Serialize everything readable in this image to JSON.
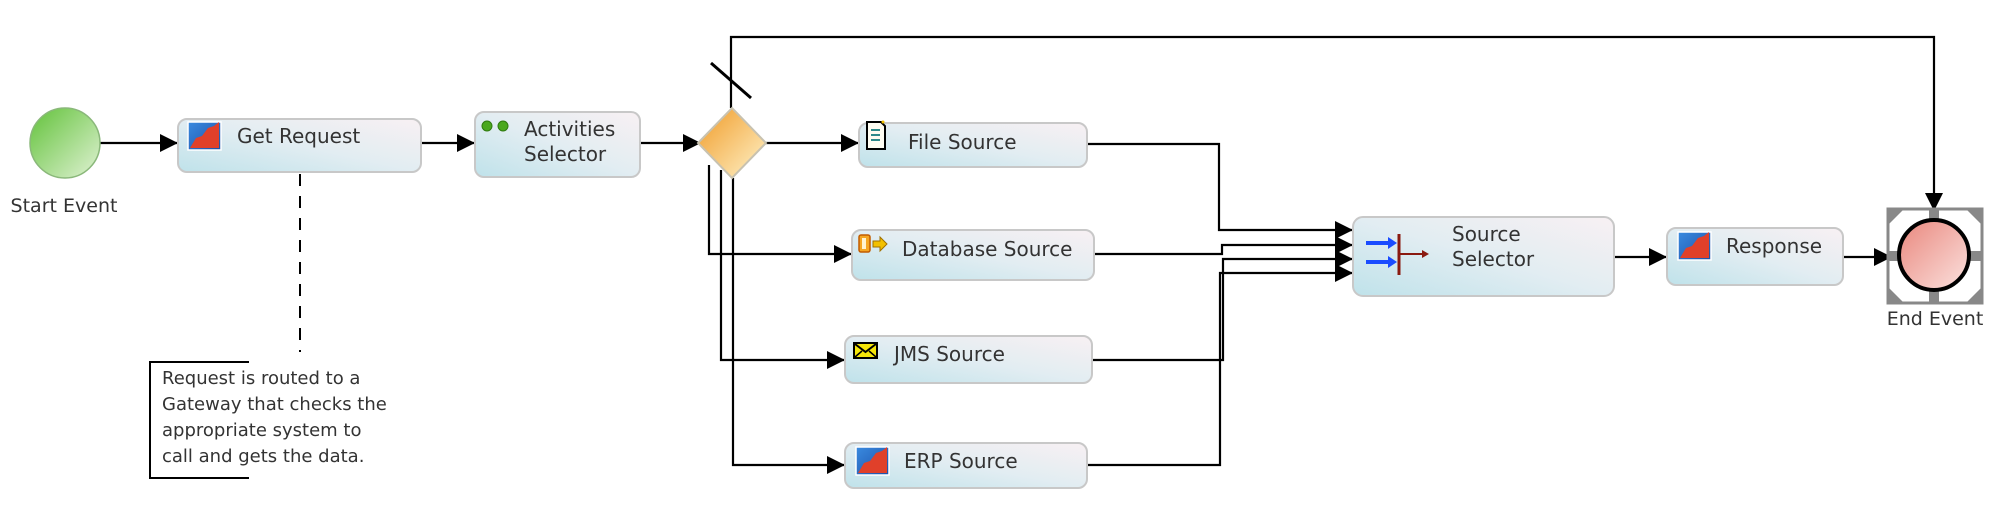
{
  "diagram": {
    "type": "BPMN process",
    "start_event": {
      "label": "Start Event",
      "color": "#7cc84a"
    },
    "end_event": {
      "label": "End Event",
      "color": "#ee8f86"
    },
    "gateway": {
      "type": "exclusive (default flow marker)",
      "color": "#f2a73a"
    },
    "tasks": [
      {
        "id": "get-request",
        "label": [
          "Get Request"
        ],
        "icon": "chart-icon"
      },
      {
        "id": "activities-selector",
        "label": [
          "Activities",
          "Selector"
        ],
        "icon": "green-dots-icon"
      },
      {
        "id": "file-source",
        "label": [
          "File Source"
        ],
        "icon": "document-icon"
      },
      {
        "id": "database-source",
        "label": [
          "Database Source"
        ],
        "icon": "database-arrow-icon"
      },
      {
        "id": "jms-source",
        "label": [
          "JMS Source"
        ],
        "icon": "envelope-icon"
      },
      {
        "id": "erp-source",
        "label": [
          "ERP Source"
        ],
        "icon": "chart-icon"
      },
      {
        "id": "source-selector",
        "label": [
          "Source",
          "Selector"
        ],
        "icon": "merge-arrows-icon"
      },
      {
        "id": "response",
        "label": [
          "Response"
        ],
        "icon": "chart-icon"
      }
    ],
    "annotation": {
      "attached_to": "Get Request",
      "lines": [
        "Request is routed to a",
        "Gateway that checks the",
        "appropriate system to",
        "call and gets the data."
      ]
    },
    "flows": [
      {
        "from": "Start Event",
        "to": "Get Request"
      },
      {
        "from": "Get Request",
        "to": "Activities Selector"
      },
      {
        "from": "Activities Selector",
        "to": "Gateway"
      },
      {
        "from": "Gateway",
        "to": "File Source"
      },
      {
        "from": "Gateway",
        "to": "Database Source"
      },
      {
        "from": "Gateway",
        "to": "JMS Source"
      },
      {
        "from": "Gateway",
        "to": "ERP Source"
      },
      {
        "from": "Gateway",
        "to": "End Event",
        "default": true
      },
      {
        "from": "File Source",
        "to": "Source Selector"
      },
      {
        "from": "Database Source",
        "to": "Source Selector"
      },
      {
        "from": "JMS Source",
        "to": "Source Selector"
      },
      {
        "from": "ERP Source",
        "to": "Source Selector"
      },
      {
        "from": "Source Selector",
        "to": "Response"
      },
      {
        "from": "Response",
        "to": "End Event"
      }
    ]
  }
}
